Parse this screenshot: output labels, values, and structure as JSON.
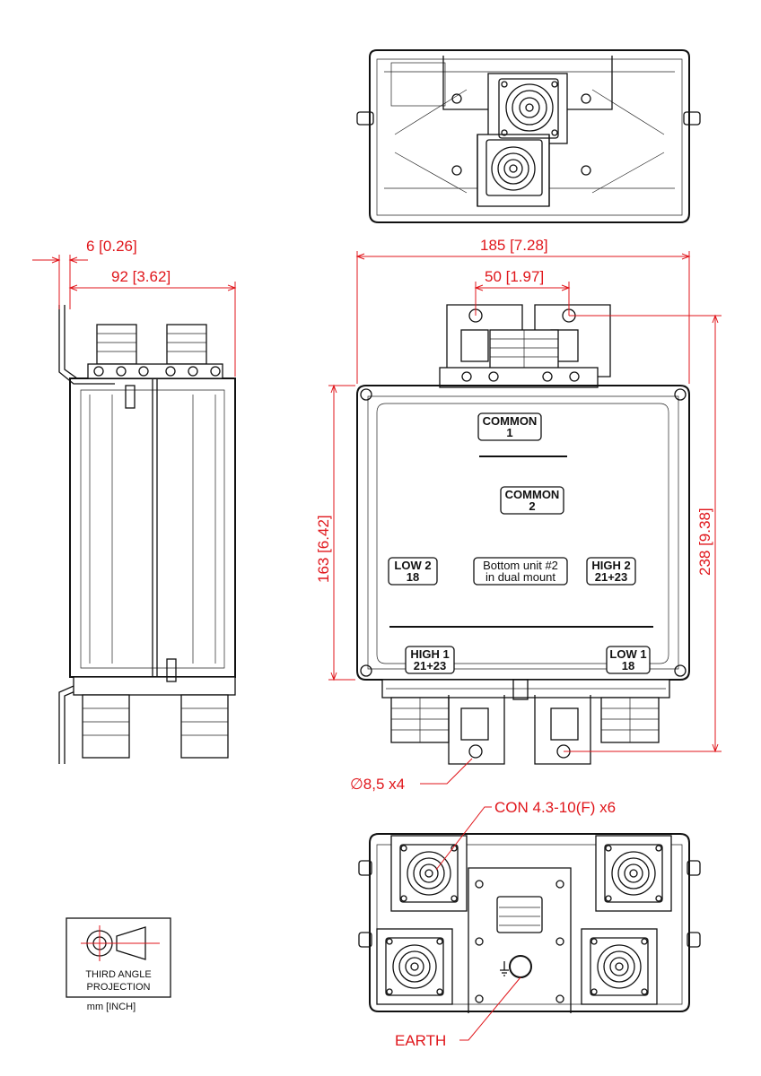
{
  "dimensions": {
    "flange_offset": "6 [0.26]",
    "side_depth": "92 [3.62]",
    "front_width": "185 [7.28]",
    "bracket_spacing": "50 [1.97]",
    "body_height": "163 [6.42]",
    "total_height": "238 [9.38]"
  },
  "callouts": {
    "hole": "∅8,5 x4",
    "connector": "CON 4.3-10(F) x6",
    "earth": "EARTH"
  },
  "port_labels": {
    "common1": [
      "COMMON",
      "1"
    ],
    "common2": [
      "COMMON",
      "2"
    ],
    "low2": [
      "LOW 2",
      "18"
    ],
    "high2": [
      "HIGH 2",
      "21+23"
    ],
    "note": [
      "Bottom unit #2",
      "in dual mount"
    ],
    "high1": [
      "HIGH 1",
      "21+23"
    ],
    "low1": [
      "LOW 1",
      "18"
    ]
  },
  "projection_symbol": {
    "line1": "THIRD ANGLE",
    "line2": "PROJECTION",
    "units": "mm [INCH]"
  },
  "colors": {
    "dimension": "#e0161b",
    "line": "#111111"
  }
}
